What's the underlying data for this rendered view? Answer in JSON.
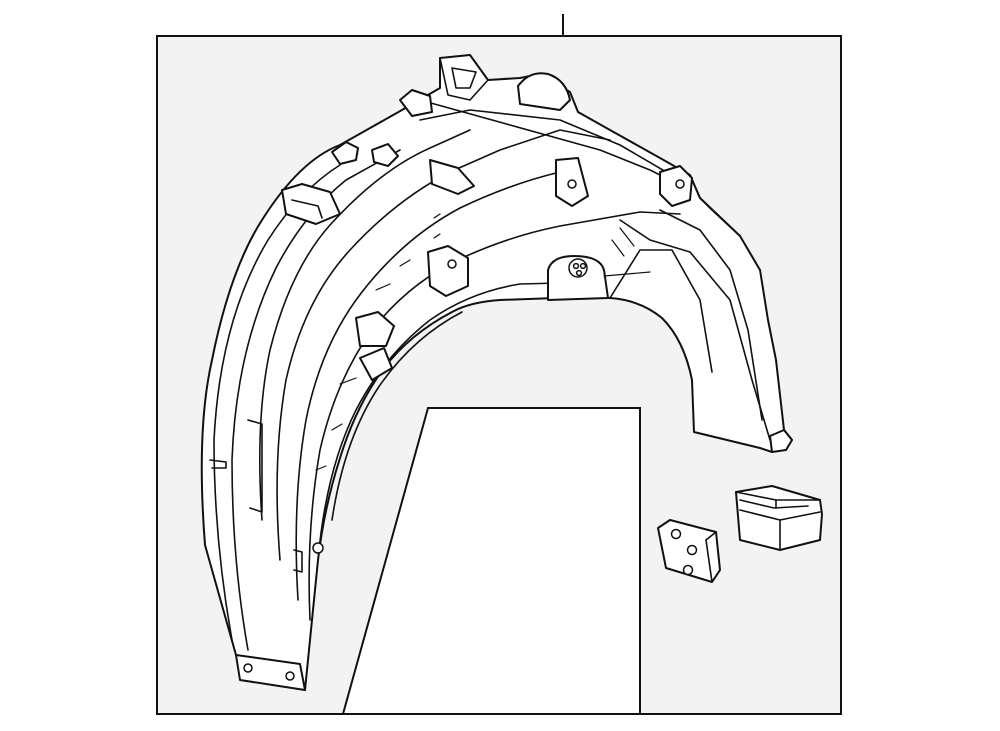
{
  "diagram": {
    "callouts": [
      {
        "id": "callout-1",
        "label": ""
      }
    ],
    "parts": [
      {
        "name": "fender-liner",
        "icon": "wheel-well-liner-icon"
      },
      {
        "name": "bracket",
        "icon": "bracket-icon"
      },
      {
        "name": "foam-pad",
        "icon": "foam-pad-icon"
      }
    ]
  }
}
